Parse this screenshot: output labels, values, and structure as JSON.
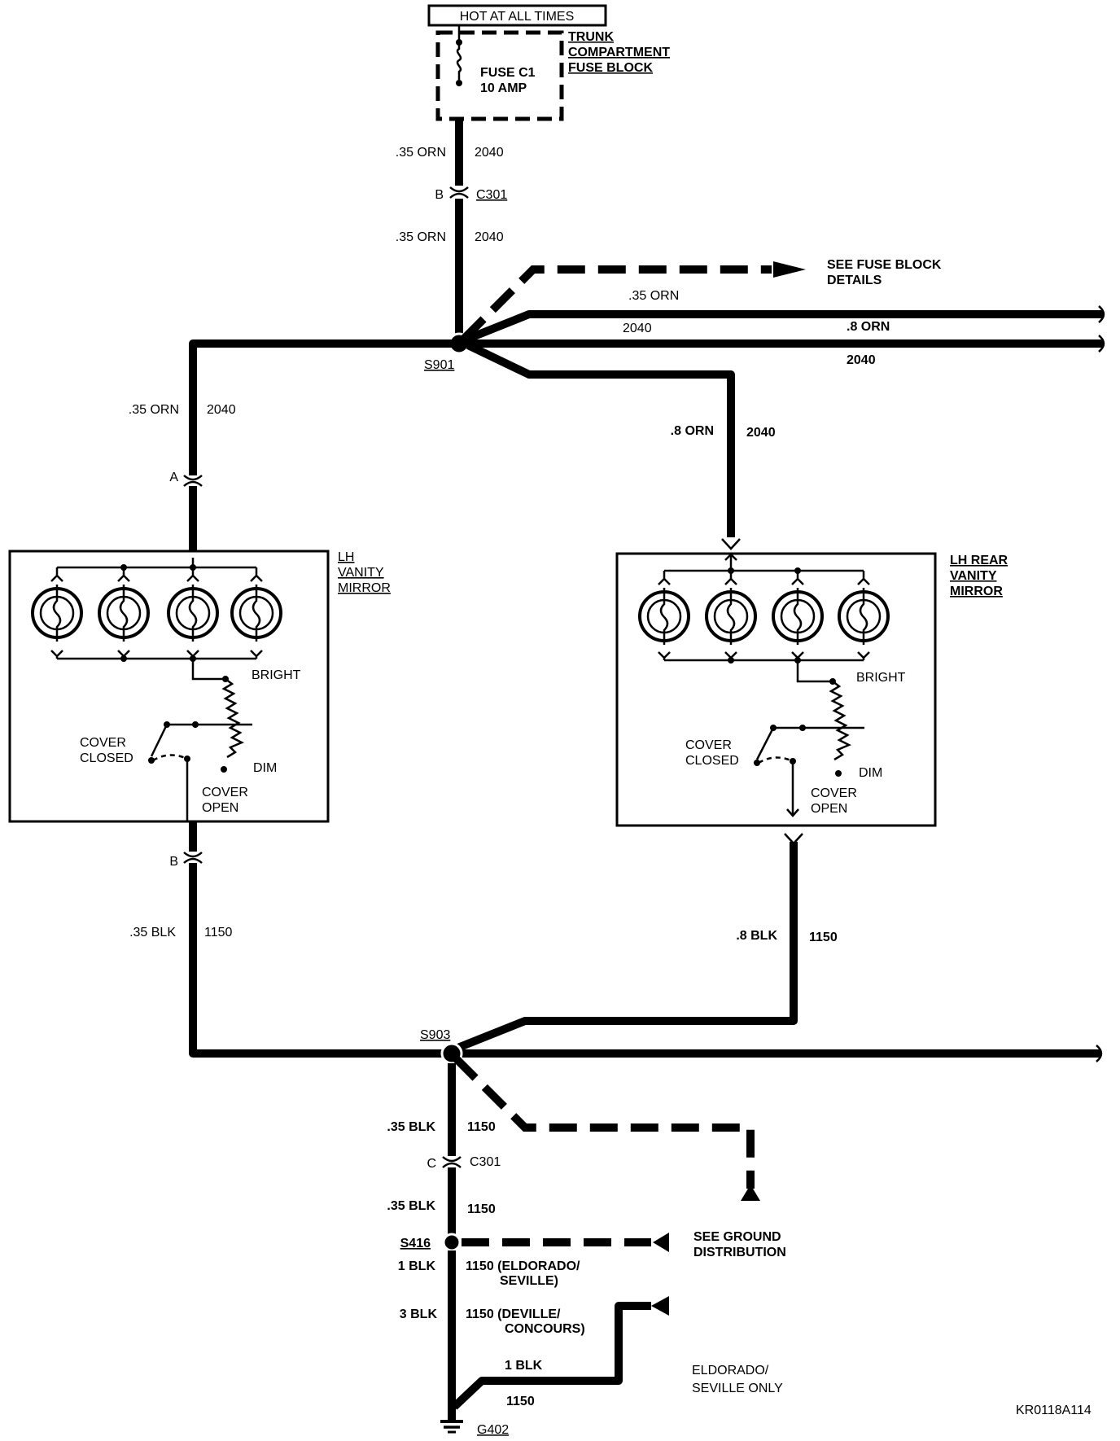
{
  "power": {
    "hot_label": "HOT AT ALL TIMES"
  },
  "fuse_block": {
    "line1": "TRUNK",
    "line2": "COMPARTMENT",
    "line3": "FUSE BLOCK",
    "fuse_name": "FUSE C1",
    "fuse_rating": "10 AMP"
  },
  "wire_top": {
    "gauge_a": ".35 ORN",
    "circuit_a": "2040",
    "pin": "B",
    "connector": "C301",
    "gauge_b": ".35 ORN",
    "circuit_b": "2040"
  },
  "branch": {
    "see_fuse_1": "SEE FUSE BLOCK",
    "see_fuse_2": "DETAILS",
    "gauge_1": ".35 ORN",
    "circuit_1": "2040",
    "gauge_2": ".8 ORN",
    "circuit_2": "2040"
  },
  "splice_top": "S901",
  "left_feed": {
    "gauge": ".35 ORN",
    "circuit": "2040",
    "pin": "A"
  },
  "right_feed": {
    "gauge": ".8 ORN",
    "circuit": "2040"
  },
  "lh_mirror": {
    "line1": "LH",
    "line2": "VANITY",
    "line3": "MIRROR",
    "bright": "BRIGHT",
    "dim": "DIM",
    "closed_1": "COVER",
    "closed_2": "CLOSED",
    "open_1": "COVER",
    "open_2": "OPEN"
  },
  "rear_mirror": {
    "line1": "LH REAR",
    "line2": "VANITY",
    "line3": "MIRROR",
    "bright": "BRIGHT",
    "dim": "DIM",
    "closed_1": "COVER",
    "closed_2": "CLOSED",
    "open_1": "COVER",
    "open_2": "OPEN"
  },
  "left_ground": {
    "pin": "B",
    "gauge": ".35 BLK",
    "circuit": "1150"
  },
  "right_ground": {
    "gauge": ".8 BLK",
    "circuit": "1150"
  },
  "splice_bottom": "S903",
  "bottom": {
    "gauge_a": ".35 BLK",
    "circuit_a": "1150",
    "pin": "C",
    "connector": "C301",
    "gauge_b": ".35 BLK",
    "circuit_b": "1150",
    "splice": "S416",
    "gauge_c": "1 BLK",
    "circuit_c1": "1150 (ELDORADO/",
    "circuit_c2": "SEVILLE)",
    "gauge_d": "3 BLK",
    "circuit_d1": "1150 (DEVILLE/",
    "circuit_d2": "CONCOURS)",
    "gauge_e": "1 BLK",
    "circuit_e": "1150",
    "see_ground_1": "SEE GROUND",
    "see_ground_2": "DISTRIBUTION",
    "eldo_1": "ELDORADO/",
    "eldo_2": "SEVILLE ONLY",
    "ground": "G402"
  },
  "figure_code": "KR0118A114"
}
